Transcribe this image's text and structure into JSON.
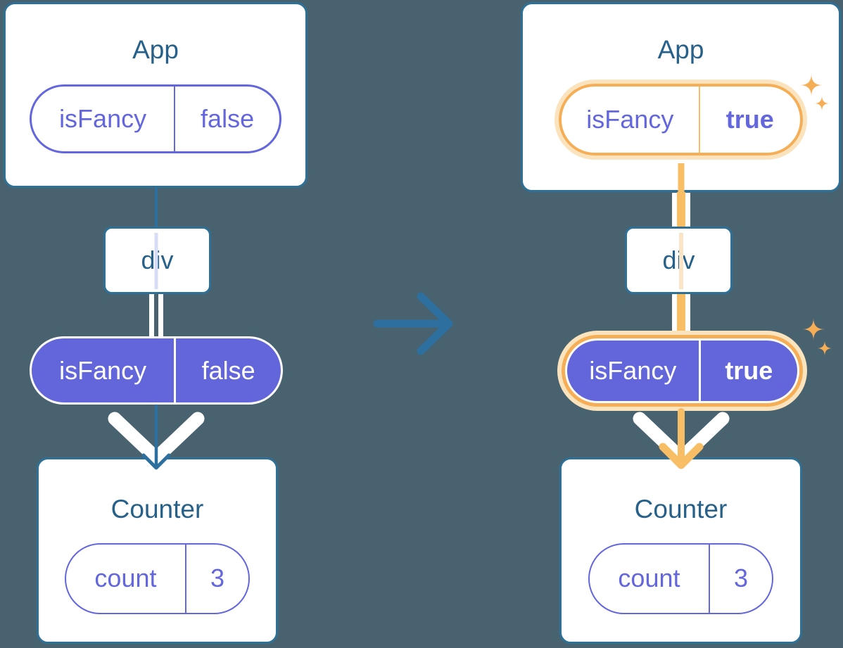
{
  "colors": {
    "background": "#486270",
    "card_border": "#2E7096",
    "title_text": "#27618A",
    "purple": "#6366DC",
    "purple_fill": "#6366DB",
    "lavender_faded": "#D7DDF5",
    "teal_line": "#2D6F9E",
    "orange": "#F5AE55",
    "orange_glow": "#FBE3BE",
    "orange_line": "#F8BE66",
    "orange_faded": "#FAE4C3"
  },
  "before": {
    "app_title": "App",
    "app_prop": {
      "name": "isFancy",
      "value": "false"
    },
    "div_label": "div",
    "passed_prop": {
      "name": "isFancy",
      "value": "false"
    },
    "counter_title": "Counter",
    "counter_state": {
      "name": "count",
      "value": "3"
    }
  },
  "after": {
    "app_title": "App",
    "app_prop": {
      "name": "isFancy",
      "value": "true"
    },
    "div_label": "div",
    "passed_prop": {
      "name": "isFancy",
      "value": "true"
    },
    "counter_title": "Counter",
    "counter_state": {
      "name": "count",
      "value": "3"
    }
  }
}
